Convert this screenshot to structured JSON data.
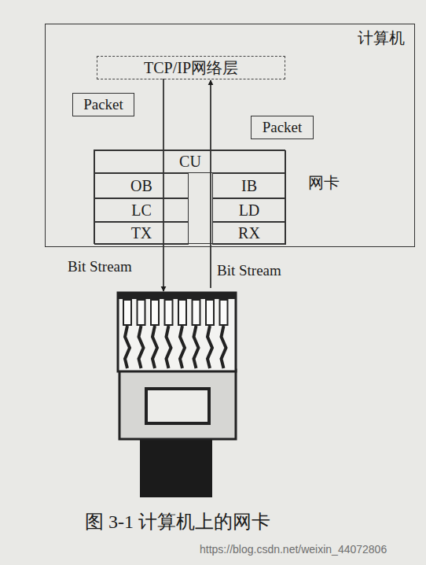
{
  "diagram": {
    "caption": "图 3-1 计算机上的网卡",
    "nodes": [
      {
        "text": [
          "计算机"
        ]
      },
      {
        "text": [
          "TCP/IP网络层"
        ],
        "in": 0
      },
      {
        "text": [
          "Packet"
        ],
        "in": 0
      },
      {
        "text": [
          "Packet"
        ],
        "in": 0
      },
      {
        "text": [
          "网卡"
        ],
        "in": 0
      },
      {
        "text": [
          "CU"
        ],
        "in": 4
      },
      {
        "text": [
          "OB"
        ],
        "in": 4
      },
      {
        "text": [
          "IB"
        ],
        "in": 4
      },
      {
        "text": [
          "LC"
        ],
        "in": 4
      },
      {
        "text": [
          "LD"
        ],
        "in": 4
      },
      {
        "text": [
          "TX"
        ],
        "in": 4
      },
      {
        "text": [
          "RX"
        ],
        "in": 4
      }
    ],
    "labels": [
      "Bit Stream",
      "Bit Stream",
      "https://blog.csdn.net/weixin_44072806"
    ]
  }
}
